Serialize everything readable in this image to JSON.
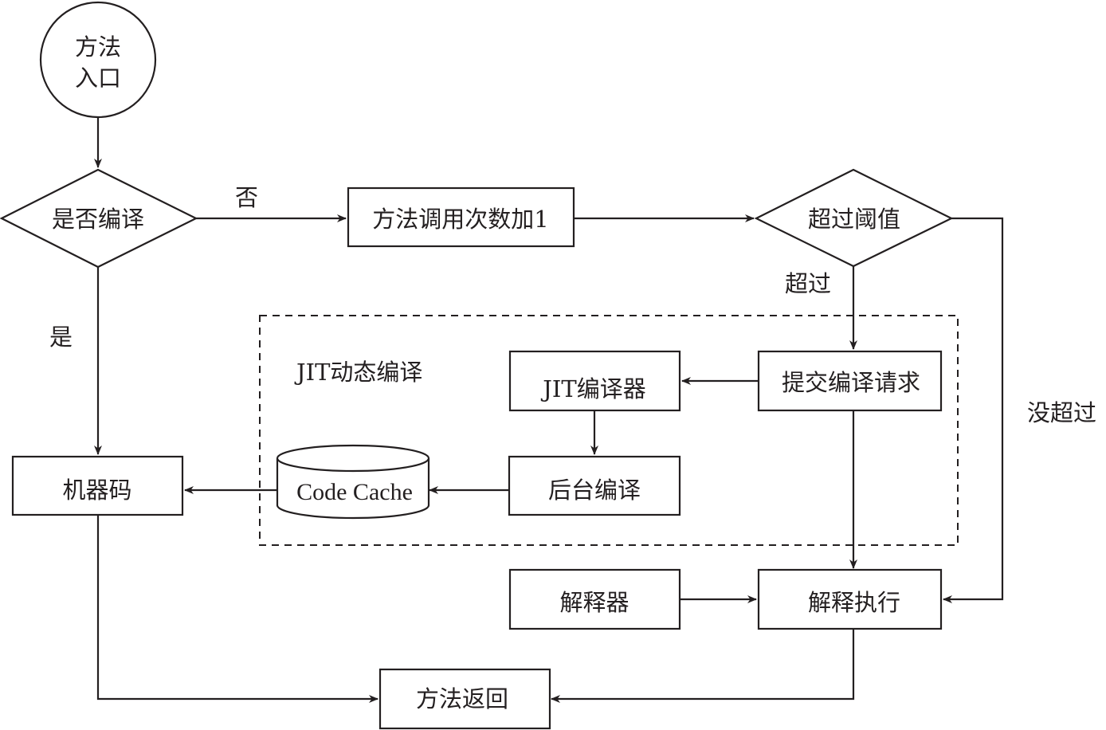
{
  "diagram": {
    "nodes": {
      "start": {
        "line1": "方法",
        "line2": "入口",
        "shape": "circle"
      },
      "is_compiled": {
        "label": "是否编译",
        "shape": "diamond"
      },
      "increment_count": {
        "label": "方法调用次数加1",
        "shape": "rect"
      },
      "exceed_threshold": {
        "label": "超过阈值",
        "shape": "diamond"
      },
      "submit_request": {
        "label": "提交编译请求",
        "shape": "rect"
      },
      "jit_compiler": {
        "label": "JIT编译器",
        "shape": "rect"
      },
      "background_compile": {
        "label": "后台编译",
        "shape": "rect"
      },
      "code_cache": {
        "label": "Code Cache",
        "shape": "cylinder"
      },
      "machine_code": {
        "label": "机器码",
        "shape": "rect"
      },
      "interpreter": {
        "label": "解释器",
        "shape": "rect"
      },
      "interpret_execute": {
        "label": "解释执行",
        "shape": "rect"
      },
      "method_return": {
        "label": "方法返回",
        "shape": "rect"
      }
    },
    "group": {
      "label": "JIT动态编译",
      "style": "dashed"
    },
    "edge_labels": {
      "no": "否",
      "yes": "是",
      "exceeded": "超过",
      "not_exceeded": "没超过"
    },
    "edges": [
      {
        "from": "start",
        "to": "is_compiled"
      },
      {
        "from": "is_compiled",
        "to": "increment_count",
        "label": "否"
      },
      {
        "from": "is_compiled",
        "to": "machine_code",
        "label": "是"
      },
      {
        "from": "increment_count",
        "to": "exceed_threshold"
      },
      {
        "from": "exceed_threshold",
        "to": "submit_request",
        "label": "超过"
      },
      {
        "from": "exceed_threshold",
        "to": "interpret_execute",
        "label": "没超过"
      },
      {
        "from": "submit_request",
        "to": "jit_compiler"
      },
      {
        "from": "submit_request",
        "to": "interpret_execute"
      },
      {
        "from": "jit_compiler",
        "to": "background_compile"
      },
      {
        "from": "background_compile",
        "to": "code_cache"
      },
      {
        "from": "code_cache",
        "to": "machine_code"
      },
      {
        "from": "interpreter",
        "to": "interpret_execute"
      },
      {
        "from": "machine_code",
        "to": "method_return"
      },
      {
        "from": "interpret_execute",
        "to": "method_return"
      }
    ]
  }
}
